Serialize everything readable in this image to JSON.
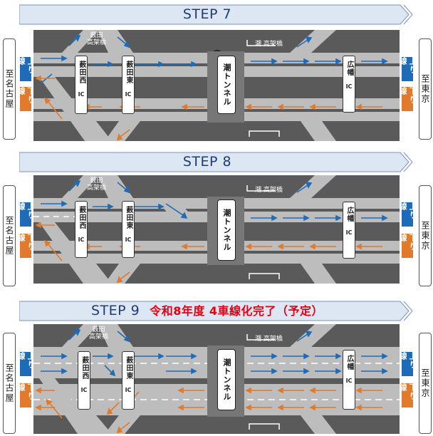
{
  "steps": [
    {
      "title": "STEP 7",
      "subtitle": ""
    },
    {
      "title": "STEP 8",
      "subtitle": ""
    },
    {
      "title": "STEP 9",
      "subtitle": "令和8年度 4車線化完了（予定）"
    }
  ],
  "labels": {
    "to_nagoya": "至名古屋",
    "to_tokyo": "至東京",
    "up_line": "上り線",
    "down_line": "下り線",
    "yabuta_nishi": "薮田西",
    "yabuta_higashi": "薮田東",
    "hirohata": "広幡",
    "ic": "IC",
    "tunnel": "潮トンネル",
    "yabuta_viaduct_top": "薮田",
    "yabuta_viaduct_bottom": "高架橋",
    "ushio_viaduct": "潮 高架橋"
  },
  "colors": {
    "up": "#1e6bb8",
    "down": "#e07a2c",
    "road": "#bdbdbd",
    "bg": "#5a5a5a",
    "banner": "#dde6f3",
    "banner_border": "#7a92c2",
    "title": "#1f3c78",
    "accent": "#e60012"
  }
}
